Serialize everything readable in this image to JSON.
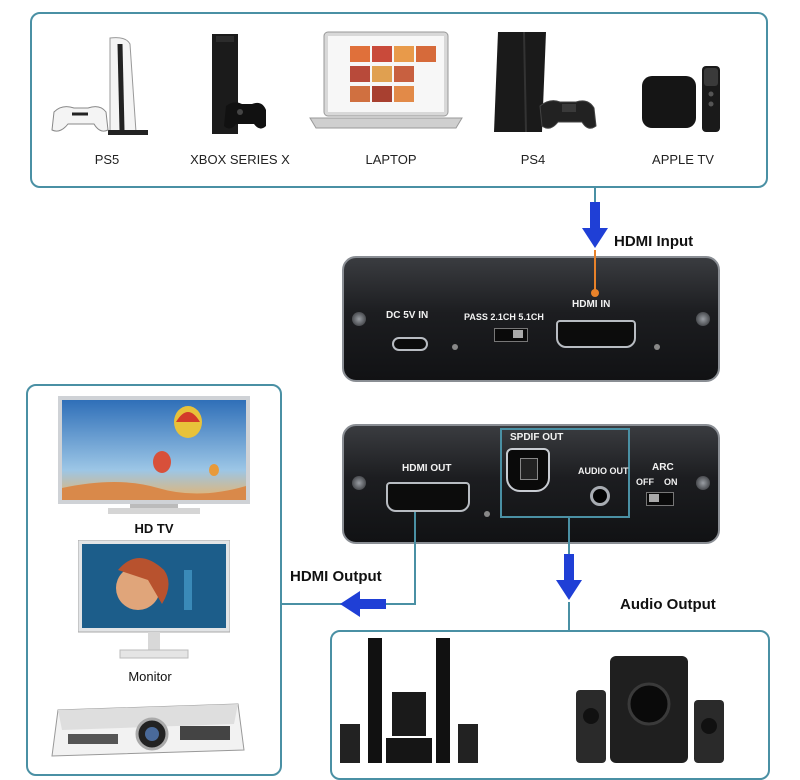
{
  "sources": [
    {
      "label": "PS5",
      "icon": "ps5-console-icon"
    },
    {
      "label": "XBOX SERIES X",
      "icon": "xbox-series-x-icon"
    },
    {
      "label": "LAPTOP",
      "icon": "laptop-icon"
    },
    {
      "label": "PS4",
      "icon": "ps4-console-icon"
    },
    {
      "label": "APPLE TV",
      "icon": "apple-tv-icon"
    }
  ],
  "arrows": {
    "hdmi_input": "HDMI Input",
    "hdmi_output": "HDMI Output",
    "audio_output": "Audio Output"
  },
  "device_front": {
    "dc_label": "DC 5V IN",
    "pass_label": "PASS 2.1CH 5.1CH",
    "hdmi_in_label": "HDMI IN"
  },
  "device_back": {
    "hdmi_out_label": "HDMI OUT",
    "spdif_label": "SPDIF OUT",
    "audio_out_label": "AUDIO OUT",
    "arc_label": "ARC",
    "arc_off": "OFF",
    "arc_on": "ON"
  },
  "displays": [
    {
      "label": "HD TV",
      "icon": "hd-tv-icon"
    },
    {
      "label": "Monitor",
      "icon": "monitor-icon"
    },
    {
      "label": "",
      "icon": "projector-icon"
    }
  ],
  "colors": {
    "panel_border": "#4a90a4",
    "arrow": "#1f3fd6",
    "device": "#1c1d20"
  }
}
